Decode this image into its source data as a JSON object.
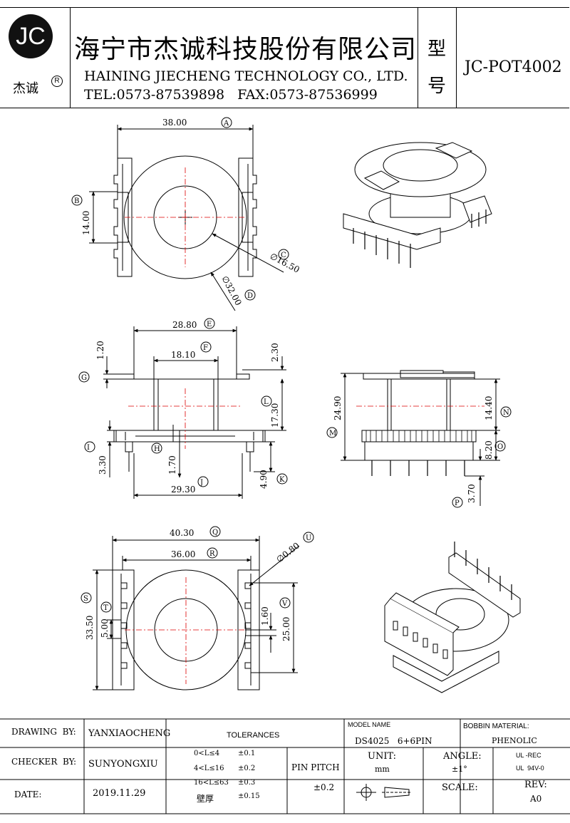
{
  "header": {
    "logo_text": "JC",
    "logo_sub": "杰诚",
    "logo_reg": "R",
    "company_cn": "海宁市杰诚科技股份有限公司",
    "company_en": "HAINING JIECHENG TECHNOLOGY CO., LTD.",
    "contact": "TEL:0573-87539898   FAX:0573-87536999",
    "model_label_1": "型",
    "model_label_2": "号",
    "model_value": "JC-POT4002"
  },
  "drawing": {
    "top": {
      "dim_a": "38.00",
      "tag_a": "A",
      "dim_b": "14.00",
      "tag_b": "B",
      "dim_c": "∅16.50",
      "tag_c": "C",
      "dim_d": "∅32.00",
      "tag_d": "D"
    },
    "front": {
      "dim_e": "28.80",
      "tag_e": "E",
      "dim_f": "18.10",
      "tag_f": "F",
      "dim_g": "1.20",
      "tag_g": "G",
      "dim_g2": "2.30",
      "dim_l": "17.30",
      "tag_l": "L",
      "dim_i": "3.30",
      "tag_i": "I",
      "dim_h": "1.70",
      "tag_h": "H",
      "dim_j": "29.30",
      "tag_j": "J",
      "dim_k": "4.90",
      "tag_k": "K"
    },
    "side": {
      "dim_m": "24.90",
      "tag_m": "M",
      "dim_n": "14.40",
      "tag_n": "N",
      "dim_o": "8.20",
      "tag_o": "O",
      "dim_p": "3.70",
      "tag_p": "P"
    },
    "bottom": {
      "dim_q": "40.30",
      "tag_q": "Q",
      "dim_r": "36.00",
      "tag_r": "R",
      "dim_u": "∅0.80",
      "tag_u": "U",
      "dim_s": "33.50",
      "tag_s": "S",
      "dim_t": "5.00",
      "tag_t": "T",
      "dim_t2": "1.60",
      "dim_v": "25.00",
      "tag_v": "V"
    }
  },
  "title_block": {
    "drawing_by_label": "DRAWING  BY:",
    "drawing_by_value": "YANXIAOCHENG",
    "checker_by_label": "CHECKER  BY:",
    "checker_by_value": "SUNYONGXIU",
    "date_label": "DATE:",
    "date_value": "2019.11.29",
    "tolerances_label": "TOLERANCES",
    "tol_1_range": "0<L≤4",
    "tol_1_value": "±0.1",
    "tol_2_range": "4<L≤16",
    "tol_2_value": "±0.2",
    "tol_3_range": "16<L≤63",
    "tol_3_value": "±0.3",
    "tol_4_range": "壁厚",
    "tol_4_value": "±0.15",
    "pin_pitch_label": "PIN PITCH",
    "pin_pitch_value": "±0.2",
    "model_name_label": "MODEL NAME",
    "model_name_value": "DS4025   6+6PIN",
    "bobbin_material_label": "BOBBIN MATERIAL:",
    "bobbin_material_value": "PHENOLIC",
    "unit_label": "UNIT:",
    "unit_value": "mm",
    "angle_label": "ANGLE:",
    "angle_value": "±1°",
    "ul_1": "UL -REC",
    "ul_2": "UL  94V-0",
    "scale_label": "SCALE:",
    "rev_label": "REV:",
    "rev_value": "A0"
  }
}
